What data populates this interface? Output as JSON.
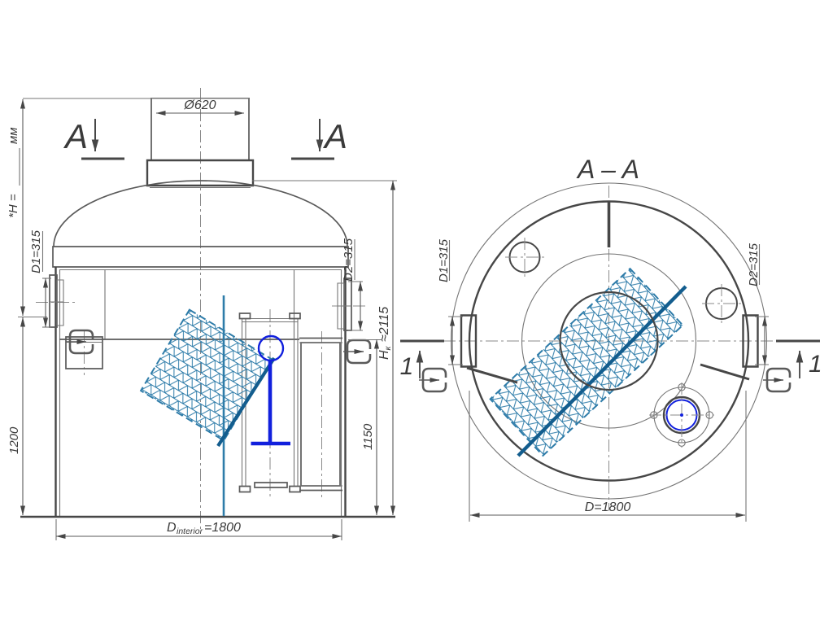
{
  "colors": {
    "mesh-blue": "#2e7ca9",
    "deep-blue": "#135d8e",
    "bright-blue": "#1120dd",
    "line-dark": "#474747",
    "line-mid": "#5a5a5a",
    "line-light": "#757575",
    "center-line": "#8a8a8a",
    "text": "#3a3a3a"
  },
  "front_view": {
    "section_mark_left": "A",
    "section_mark_right": "A",
    "manhole_diameter": "Ø620",
    "height_label": {
      "prefix": "*H =",
      "units": "мм"
    },
    "nozzle_left": "D1=315",
    "nozzle_right": "D2=315",
    "dim_depth": "1200",
    "dim_liquid_height": "1150",
    "dim_shell_height": {
      "main": "H",
      "sub": "к",
      "value": "≈2115"
    },
    "dim_inner_diameter": {
      "main": "D",
      "sub": "interior",
      "value": "=1800"
    }
  },
  "section_view": {
    "title": "A – A",
    "nozzle_left": "D1=315",
    "nozzle_right": "D2=315",
    "dim_diameter": "D=1800",
    "cut_mark_left": "1",
    "cut_mark_right": "1"
  }
}
